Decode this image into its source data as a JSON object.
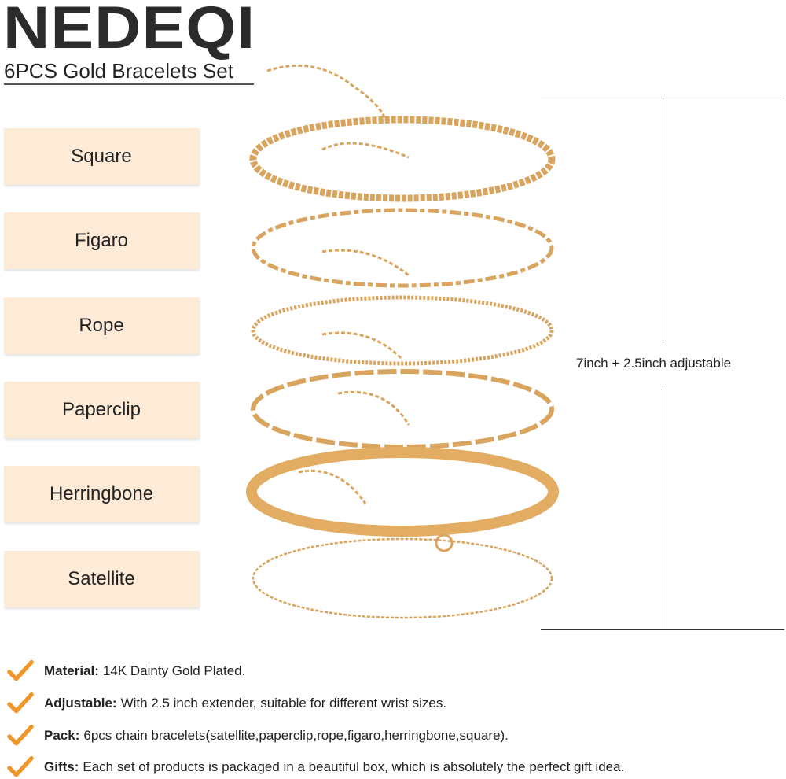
{
  "header": {
    "brand": "NEDEQI",
    "subtitle": "6PCS Gold Bracelets Set"
  },
  "chains": [
    {
      "label": "Square"
    },
    {
      "label": "Figaro"
    },
    {
      "label": "Rope"
    },
    {
      "label": "Paperclip"
    },
    {
      "label": "Herringbone"
    },
    {
      "label": "Satellite"
    }
  ],
  "measurement": "7inch + 2.5inch adjustable",
  "features": [
    {
      "icon": "check-icon",
      "title": "Material:",
      "text": "14K Dainty Gold Plated."
    },
    {
      "icon": "check-icon",
      "title": "Adjustable:",
      "text": "With 2.5 inch extender, suitable for different wrist sizes."
    },
    {
      "icon": "check-icon",
      "title": "Pack:",
      "text": "6pcs chain bracelets(satellite,paperclip,rope,figaro,herringbone,square)."
    },
    {
      "icon": "check-icon",
      "title": "Gifts:",
      "text": "Each set of products is packaged in a beautiful box, which is absolutely the perfect gift idea."
    }
  ],
  "colors": {
    "label_bg": "#fdebd8",
    "gold": "#d9a45e",
    "check": "#f0962a"
  }
}
